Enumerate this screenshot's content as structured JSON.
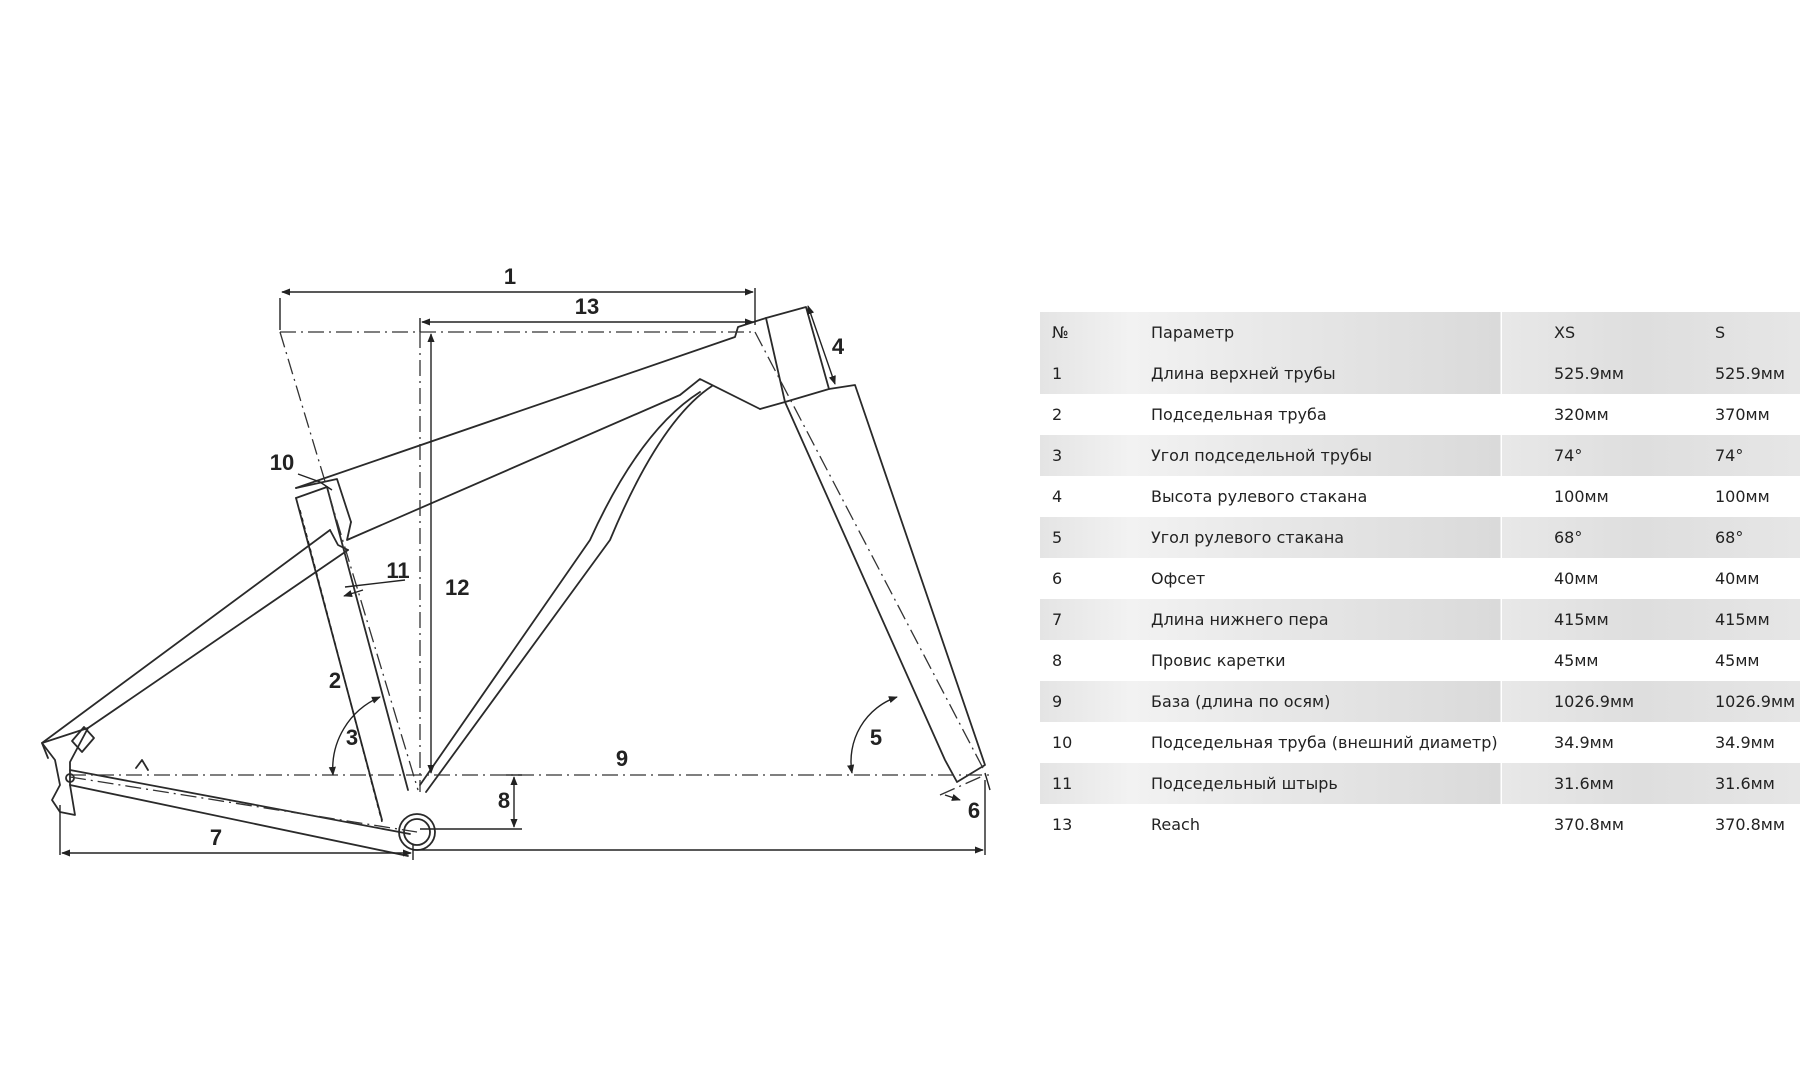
{
  "diagram": {
    "labels": {
      "d1": "1",
      "d2": "2",
      "d3": "3",
      "d4": "4",
      "d5": "5",
      "d6": "6",
      "d7": "7",
      "d8": "8",
      "d9": "9",
      "d10": "10",
      "d11": "11",
      "d12": "12",
      "d13": "13"
    }
  },
  "table": {
    "headers": {
      "num": "№",
      "param": "Параметр",
      "xs": "XS",
      "s": "S"
    },
    "rows": [
      {
        "num": "1",
        "param": "Длина верхней трубы",
        "xs": "525.9мм",
        "s": "525.9мм"
      },
      {
        "num": "2",
        "param": "Подседельная труба",
        "xs": "320мм",
        "s": "370мм"
      },
      {
        "num": "3",
        "param": "Угол подседельной трубы",
        "xs": "74°",
        "s": "74°"
      },
      {
        "num": "4",
        "param": "Высота рулевого стакана",
        "xs": "100мм",
        "s": "100мм"
      },
      {
        "num": "5",
        "param": "Угол рулевого стакана",
        "xs": "68°",
        "s": "68°"
      },
      {
        "num": "6",
        "param": "Офсет",
        "xs": "40мм",
        "s": "40мм"
      },
      {
        "num": "7",
        "param": "Длина нижнего пера",
        "xs": "415мм",
        "s": "415мм"
      },
      {
        "num": "8",
        "param": "Провис каретки",
        "xs": "45мм",
        "s": "45мм"
      },
      {
        "num": "9",
        "param": "База (длина по осям)",
        "xs": "1026.9мм",
        "s": "1026.9мм"
      },
      {
        "num": "10",
        "param": "Подседельная труба (внешний диаметр)",
        "xs": "34.9мм",
        "s": "34.9мм"
      },
      {
        "num": "11",
        "param": "Подседельный штырь",
        "xs": "31.6мм",
        "s": "31.6мм"
      },
      {
        "num": "13",
        "param": "Reach",
        "xs": "370.8мм",
        "s": "370.8мм"
      }
    ]
  }
}
